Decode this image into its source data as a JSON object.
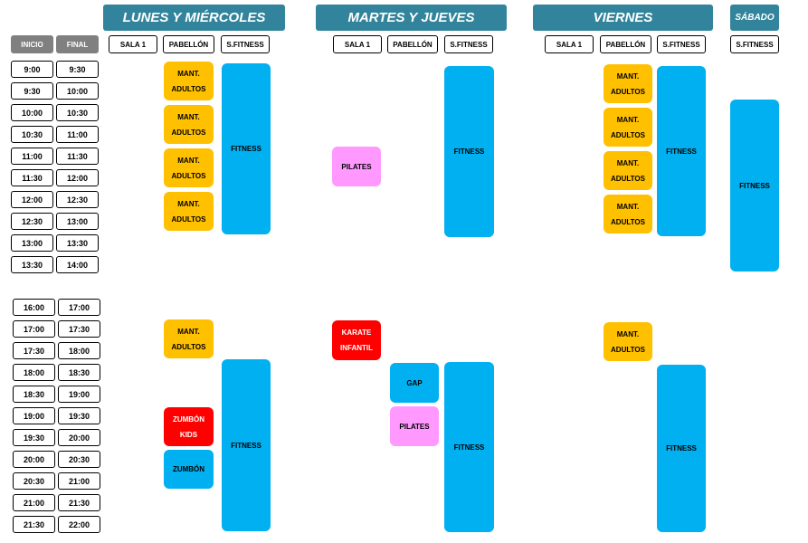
{
  "days": {
    "lunes_miercoles": "LUNES Y MIÉRCOLES",
    "martes_jueves": "MARTES Y JUEVES",
    "viernes": "VIERNES",
    "sabado": "SÁBADO"
  },
  "rooms": {
    "sala1": "SALA 1",
    "pabellon": "PABELLÓN",
    "sfitness": "S.FITNESS"
  },
  "time_headers": {
    "inicio": "INICIO",
    "final": "FINAL"
  },
  "times_morning": [
    [
      "9:00",
      "9:30"
    ],
    [
      "9:30",
      "10:00"
    ],
    [
      "10:00",
      "10:30"
    ],
    [
      "10:30",
      "11:00"
    ],
    [
      "11:00",
      "11:30"
    ],
    [
      "11:30",
      "12:00"
    ],
    [
      "12:00",
      "12:30"
    ],
    [
      "12:30",
      "13:00"
    ],
    [
      "13:00",
      "13:30"
    ],
    [
      "13:30",
      "14:00"
    ]
  ],
  "times_afternoon": [
    [
      "16:00",
      "17:00"
    ],
    [
      "17:00",
      "17:30"
    ],
    [
      "17:30",
      "18:00"
    ],
    [
      "18:00",
      "18:30"
    ],
    [
      "18:30",
      "19:00"
    ],
    [
      "19:00",
      "19:30"
    ],
    [
      "19:30",
      "20:00"
    ],
    [
      "20:00",
      "20:30"
    ],
    [
      "20:30",
      "21:00"
    ],
    [
      "21:00",
      "21:30"
    ],
    [
      "21:30",
      "22:00"
    ]
  ],
  "activities": {
    "mant_1": "MANT.",
    "mant_2": "ADULTOS",
    "fitness": "FITNESS",
    "pilates": "PILATES",
    "karate_1": "KARATE",
    "karate_2": "INFANTIL",
    "gap": "GAP",
    "zumbon_kids_1": "ZUMBÓN",
    "zumbon_kids_2": "KIDS",
    "zumbon": "ZUMBÓN"
  },
  "colors": {
    "header": "#31849b",
    "mantenimiento": "#ffc000",
    "fitness": "#00b0f0",
    "pilates": "#ff99ff",
    "karate": "#ff0000"
  }
}
